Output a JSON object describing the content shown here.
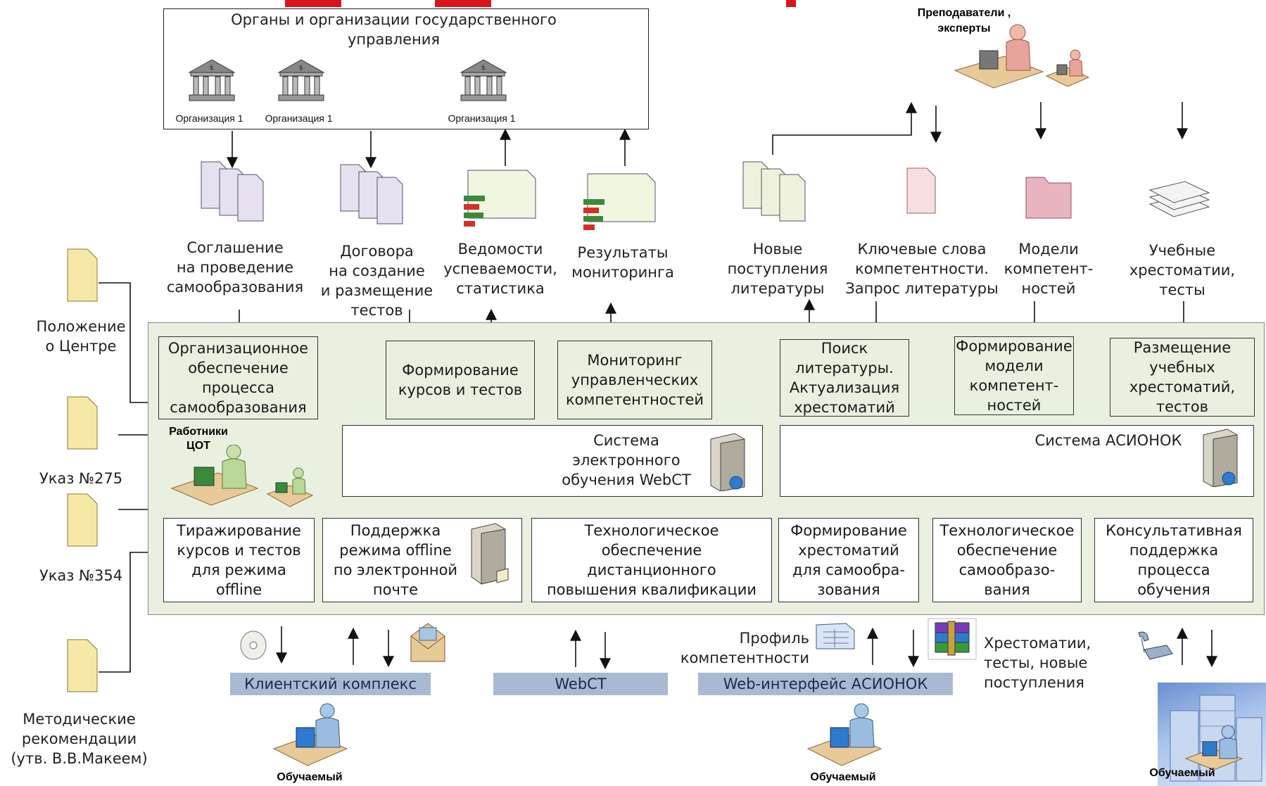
{
  "gov": {
    "title_line1": "Органы и организации государственного",
    "title_line2": "управления",
    "orgs": [
      "Организация 1",
      "Организация 1",
      "Организация 1"
    ]
  },
  "teachers_line1": "Преподаватели ,",
  "teachers_line2": "эксперты",
  "docs": {
    "agreement": [
      "Соглашение",
      "на проведение",
      "самообразования"
    ],
    "contracts": [
      "Договора",
      "на создание",
      "и размещение",
      "тестов"
    ],
    "statements": [
      "Ведомости",
      "успеваемости,",
      "статистика"
    ],
    "monitoring": [
      "Результаты",
      "мониторинга"
    ],
    "new_lit": [
      "Новые",
      "поступления",
      "литературы"
    ],
    "keywords": [
      "Ключевые слова",
      "компетентности.",
      "Запрос литературы"
    ],
    "models": [
      "Модели",
      "компетент-",
      "ностей"
    ],
    "textbooks": [
      "Учебные",
      "хрестоматии,",
      "тесты"
    ]
  },
  "left_docs": {
    "regulation": [
      "Положение",
      "о Центре"
    ],
    "decree275": "Указ №275",
    "decree354": "Указ №354",
    "methods": [
      "Методические",
      "рекомендации",
      "(утв. В.В.Макеем)"
    ]
  },
  "workers": [
    "Работники",
    "ЦОТ"
  ],
  "top_boxes": {
    "org_support": [
      "Организационное",
      "обеспечение",
      "процесса",
      "самообразования"
    ],
    "courses": [
      "Формирование",
      "курсов и тестов"
    ],
    "mon_mgmt": [
      "Мониторинг",
      "управленческих",
      "компетентностей"
    ],
    "lit_search": [
      "Поиск",
      "литературы.",
      "Актуализация",
      "хрестоматий"
    ],
    "model_form": [
      "Формирование",
      "модели",
      "компетент-",
      "ностей"
    ],
    "placing": [
      "Размещение",
      "учебных",
      "хрестоматий,",
      "тестов"
    ]
  },
  "systems": {
    "webct": [
      "Система",
      "электронного",
      "обучения WebCT"
    ],
    "asionok": "Система АСИОНОК"
  },
  "bottom_boxes": {
    "replication": [
      "Тиражирование",
      "курсов и тестов",
      "для режима",
      "offline"
    ],
    "offline": [
      "Поддержка",
      "режима offline",
      "по электронной",
      "почте"
    ],
    "tech_remote": [
      "Технологическое",
      "обеспечение",
      "дистанционного",
      "повышения квалификации"
    ],
    "chrest_form": [
      "Формирование",
      "хрестоматий",
      "для самообра-",
      "зования"
    ],
    "tech_self": [
      "Технологическое",
      "обеспечение",
      "самообразо-",
      "вания"
    ],
    "consult": [
      "Консультативная",
      "поддержка",
      "процесса",
      "обучения"
    ]
  },
  "channels": {
    "client": "Клиентский комплекс",
    "webct": "WebCT",
    "web": "Web-интерфейс АСИОНОК"
  },
  "profile": [
    "Профиль",
    "компетентности"
  ],
  "chrest_out": [
    "Хрестоматии,",
    "тесты, новые",
    "поступления"
  ],
  "learner": "Обучаемый",
  "colors": {
    "accent_red": "#d9141b",
    "panel": "#eaf0e0",
    "channel": "#a8bad3"
  }
}
